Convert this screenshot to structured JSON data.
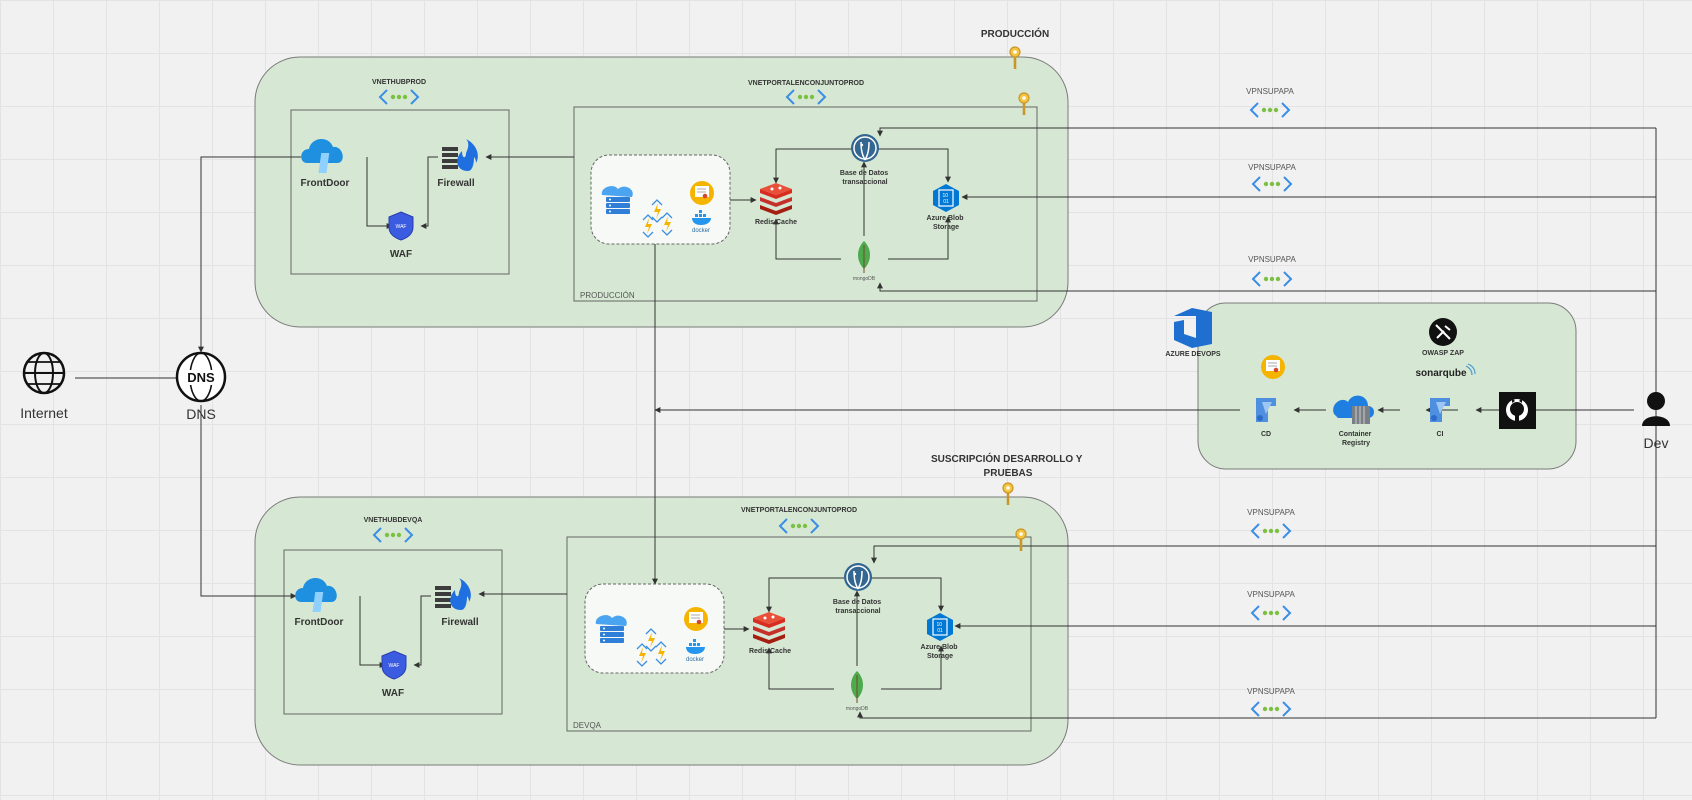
{
  "labels": {
    "produccion_title": "PRODUCCIÓN",
    "suscripcion_title": "SUSCRIPCIÓN DESARROLLO Y PRUEBAS",
    "vnethub_prod": "VNETHUBPROD",
    "vnethub_devqa": "VNETHUBDEVQA",
    "vnetportal": "VNETPORTALENCONJUNTOPROD",
    "env_prod": "PRODUCCIÓN",
    "env_devqa": "DEVQA",
    "vpn": "VPNSUPAPA",
    "internet": "Internet",
    "dns": "DNS",
    "dev": "Dev",
    "frontdoor": "FrontDoor",
    "firewall": "Firewall",
    "waf": "WAF",
    "redis": "Redis Cache",
    "db_line1": "Base de Datos",
    "db_line2": "transaccional",
    "blob_line1": "Azure Blob",
    "blob_line2": "Storage",
    "mongo": "mongoDB",
    "docker": "docker",
    "azure_devops": "AZURE DEVOPS",
    "owasp": "OWASP ZAP",
    "sonarqube": "sonarqube",
    "cd": "CD",
    "ci": "CI",
    "registry_line1": "Container",
    "registry_line2": "Registry",
    "dns_glyph": "DNS",
    "waf_glyph": "WAF",
    "blob_glyph_top": "10",
    "blob_glyph_bot": "01"
  },
  "colors": {
    "region_fill": "#d6e8d3",
    "azure_blue": "#1f8fe0",
    "key_gold": "#f5c542",
    "vnet_green": "#7bc043"
  }
}
